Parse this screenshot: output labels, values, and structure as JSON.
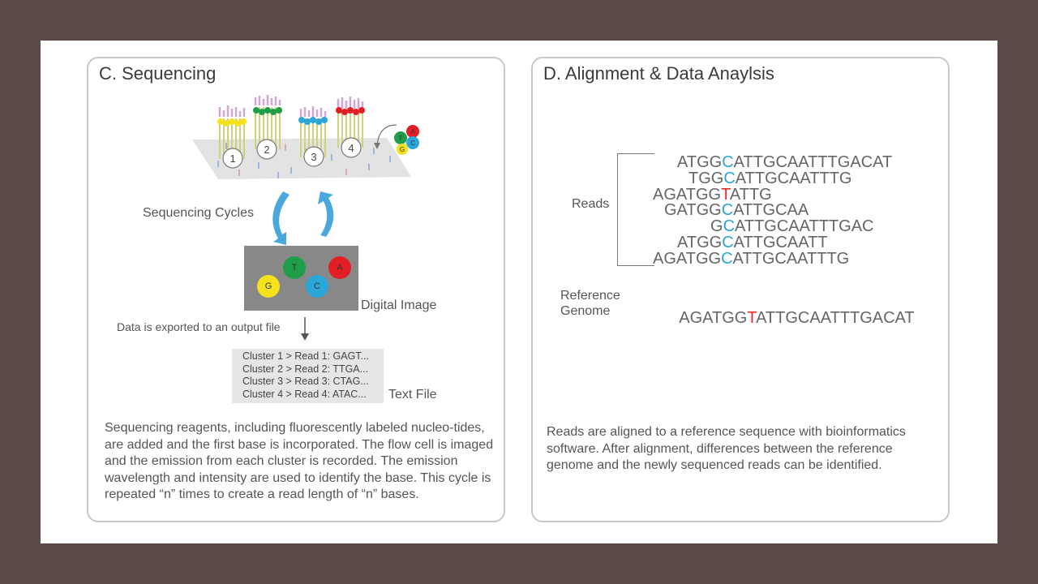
{
  "panel_c": {
    "title": "C. Sequencing",
    "cluster_numbers": [
      "1",
      "2",
      "3",
      "4"
    ],
    "reagent_letters": [
      "T",
      "A",
      "C",
      "G"
    ],
    "sequencing_cycles_label": "Sequencing Cycles",
    "digital_image_label": "Digital Image",
    "digital_image_dots": [
      {
        "letter": "T",
        "color": "#1f9e4a"
      },
      {
        "letter": "A",
        "color": "#e41e25"
      },
      {
        "letter": "G",
        "color": "#f5e21c"
      },
      {
        "letter": "C",
        "color": "#2ba6d9"
      }
    ],
    "export_label": "Data is exported to an output file",
    "text_file_lines": [
      "Cluster 1 > Read 1: GAGT...",
      "Cluster 2 > Read 2: TTGA...",
      "Cluster 3 > Read 3: CTAG...",
      "Cluster 4 > Read 4: ATAC..."
    ],
    "text_file_label": "Text File",
    "caption": "Sequencing reagents, including fluorescently labeled nucleo-tides, are added and the first base is incorporated. The flow cell is imaged and the emission from each cluster is recorded. The emission wavelength and intensity are used to identify the base. This cycle is repeated “n” times to create a read length of “n” bases.",
    "colors": {
      "yellow": "#f5e21c",
      "green": "#1f9e4a",
      "blue": "#2ba6d9",
      "red": "#e41e25",
      "arrow_blue": "#4aa8dd"
    }
  },
  "panel_d": {
    "title": "D. Alignment & Data Anaylsis",
    "reads_label": "Reads",
    "reads": [
      {
        "pre": "ATGG",
        "hl": "C",
        "post": "ATTGCAATTTGACAT"
      },
      {
        "pre": "TGG",
        "hl": "C",
        "post": "ATTGCAATTTG"
      },
      {
        "pre": "AGATGG",
        "hl": "T",
        "post": "ATTG"
      },
      {
        "pre": "GATGG",
        "hl": "C",
        "post": "ATTGCAA"
      },
      {
        "pre": "G",
        "hl": "C",
        "post": "ATTGCAATTTGAC"
      },
      {
        "pre": "ATGG",
        "hl": "C",
        "post": "ATTGCAATT"
      },
      {
        "pre": "AGATGG",
        "hl": "C",
        "post": "ATTGCAATTTG"
      }
    ],
    "reference_label_line1": "Reference",
    "reference_label_line2": "Genome",
    "reference": {
      "pre": "AGATGG",
      "hl": "T",
      "post": "ATTGCAATTTGACAT"
    },
    "caption": "Reads are aligned to a reference sequence with bioinformatics software. After alignment, differences between the reference genome and the newly sequenced reads can be identified.",
    "colors": {
      "highlight_c": "#2ba6d9",
      "highlight_t": "#e32b2b"
    }
  }
}
